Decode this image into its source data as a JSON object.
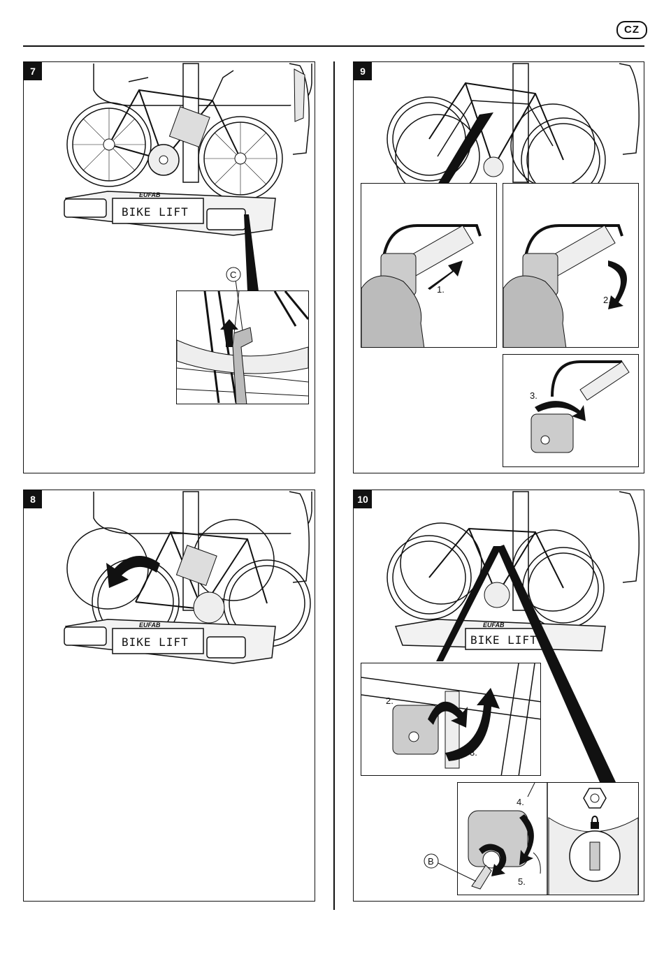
{
  "header": {
    "language_badge": "CZ"
  },
  "brand": {
    "logo_text": "EUFAB",
    "plate_text": "BIKE LIFT"
  },
  "steps": [
    {
      "number": "7",
      "callouts": [
        "C"
      ]
    },
    {
      "number": "9",
      "callouts": [
        "1.",
        "2.",
        "3."
      ]
    },
    {
      "number": "8",
      "callouts": []
    },
    {
      "number": "10",
      "callouts": [
        "2.",
        "3.",
        "4.",
        "5.",
        "B"
      ]
    }
  ],
  "colors": {
    "ink": "#111111",
    "paper": "#ffffff",
    "shade": "#d9d9d9"
  }
}
